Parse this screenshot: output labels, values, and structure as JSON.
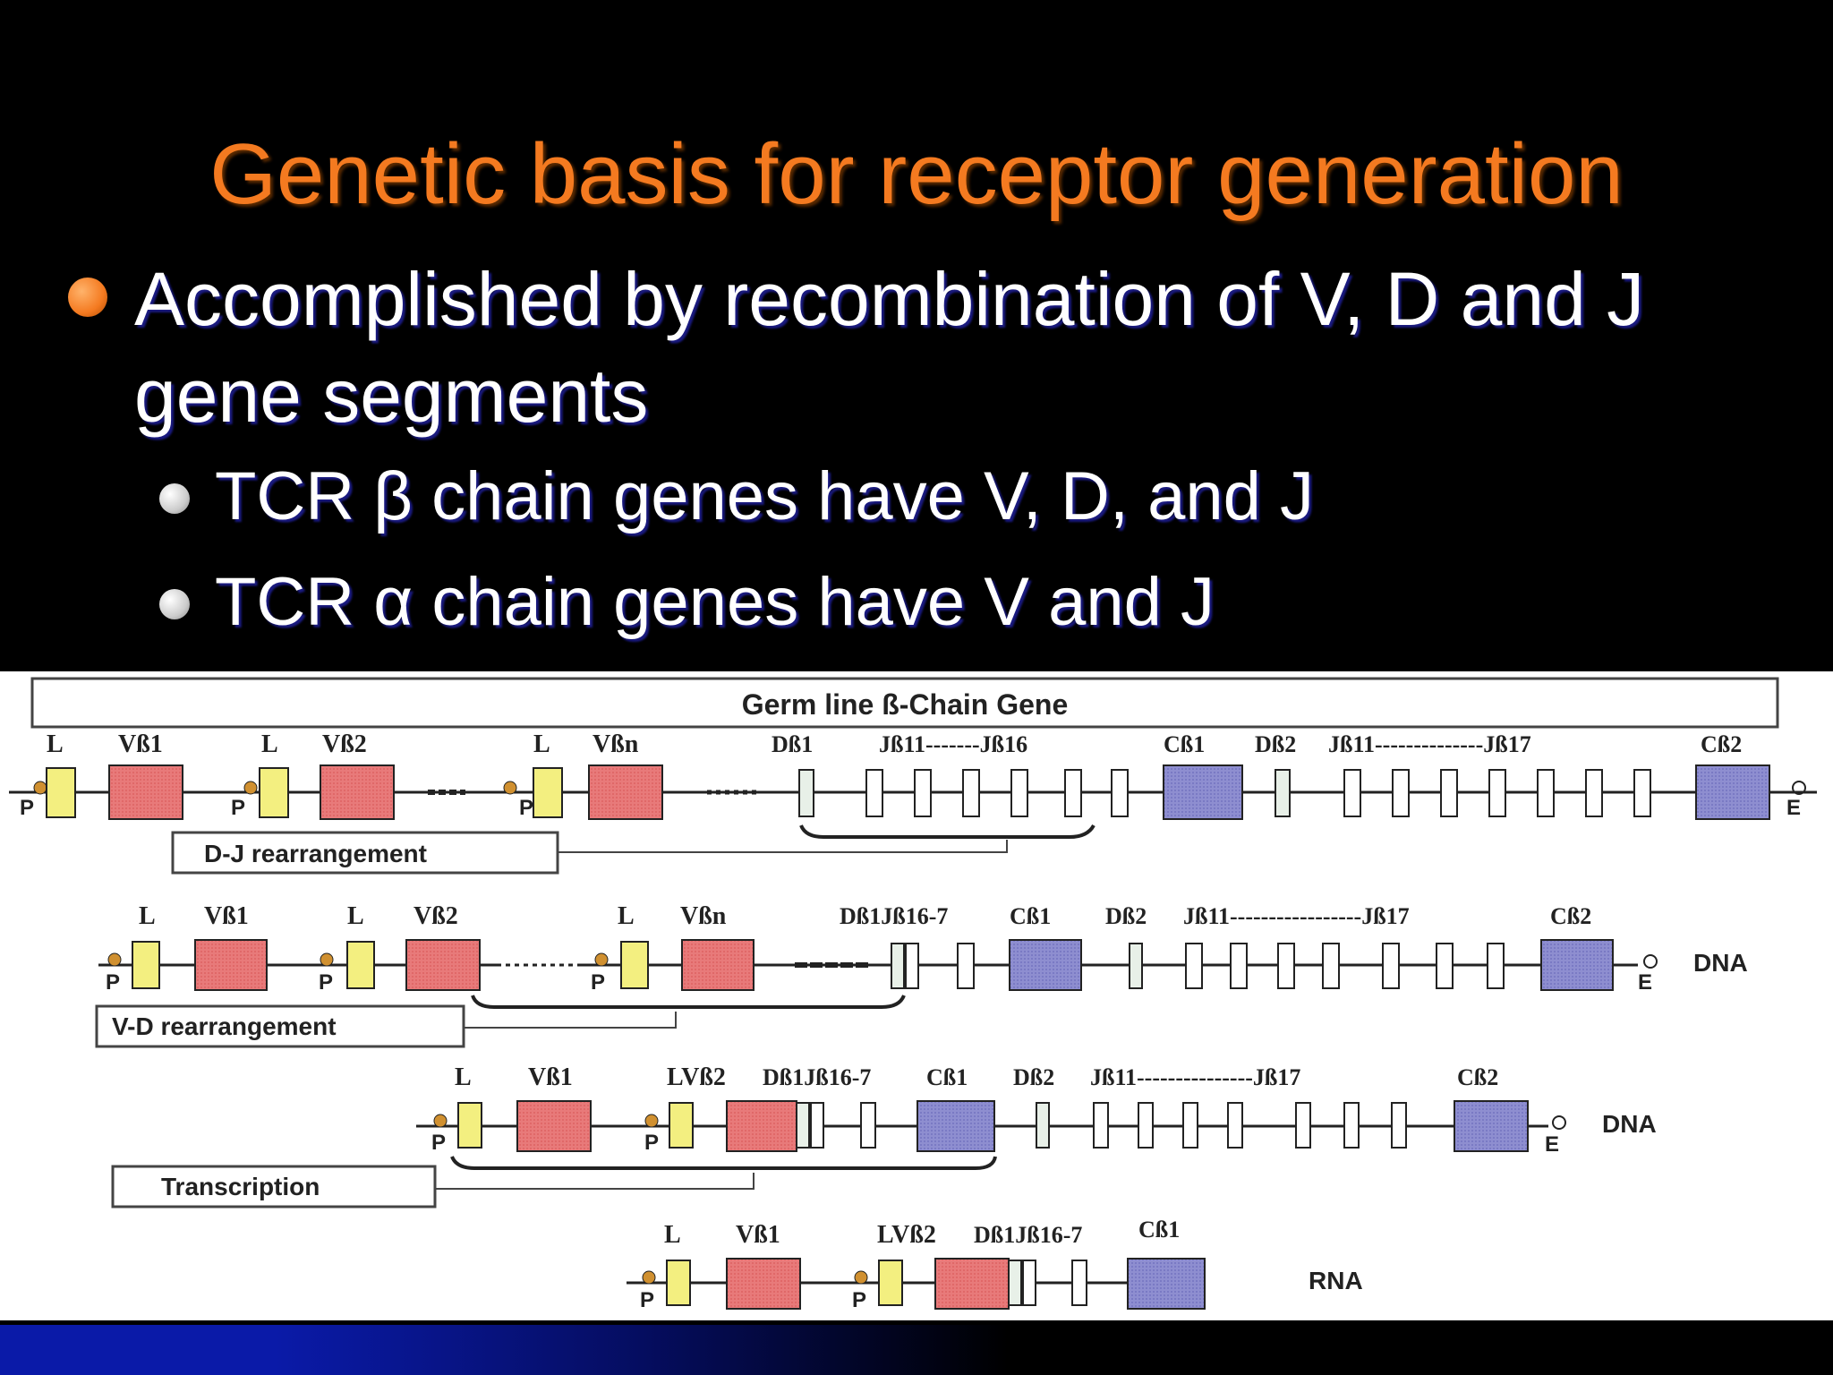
{
  "slide": {
    "title": "Genetic basis for receptor generation",
    "bullet_main": "Accomplished by recombination of V, D and J gene segments",
    "bullet_main_line1": "Accomplished by recombination of V, D and J",
    "bullet_main_line2": "gene segments",
    "sub_bullets": [
      "TCR β chain genes have V, D, and J",
      "TCR α chain genes have V and J"
    ]
  },
  "diagram": {
    "header": "Germ line ß-Chain Gene",
    "boxes": {
      "dj": "D-J rearrangement",
      "vd": "V-D rearrangement",
      "tr": "Transcription"
    },
    "row1": {
      "labels": [
        "L",
        "Vß1",
        "L",
        "Vß2",
        "L",
        "Vßn",
        "Dß1",
        "Jß11-------Jß16",
        "Cß1",
        "Dß2",
        "Jß11--------------Jß17",
        "Cß2"
      ],
      "ends": [
        "P",
        "P",
        "P",
        "E"
      ]
    },
    "row2": {
      "labels": [
        "L",
        "Vß1",
        "L",
        "Vß2",
        "L",
        "Vßn",
        "Dß1Jß16-7",
        "Cß1",
        "Dß2",
        "Jß11-----------------Jß17",
        "Cß2"
      ],
      "tag": "DNA"
    },
    "row3": {
      "labels": [
        "L",
        "Vß1",
        "LVß2",
        "Dß1Jß16-7",
        "Cß1",
        "Dß2",
        "Jß11---------------Jß17",
        "Cß2"
      ],
      "tag": "DNA"
    },
    "row4": {
      "labels": [
        "L",
        "Vß1",
        "LVß2",
        "Dß1Jß16-7",
        "Cß1"
      ],
      "tag": "RNA"
    },
    "colors": {
      "leader": "#f3ef80",
      "v_segment": "#e87a7a",
      "constant": "#8e8ed0",
      "d_j": "#e8f0e8"
    }
  }
}
